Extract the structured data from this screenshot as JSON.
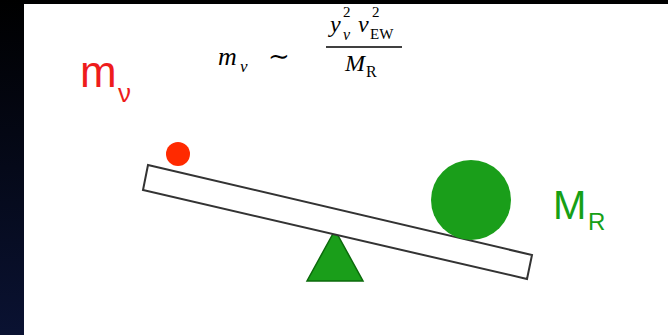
{
  "diagram": {
    "labels": [
      "m",
      "ν",
      "M",
      "R",
      "m",
      "ν",
      "∼",
      "y",
      "ν",
      "2",
      "v",
      "EW",
      "2",
      "M",
      "R"
    ]
  }
}
